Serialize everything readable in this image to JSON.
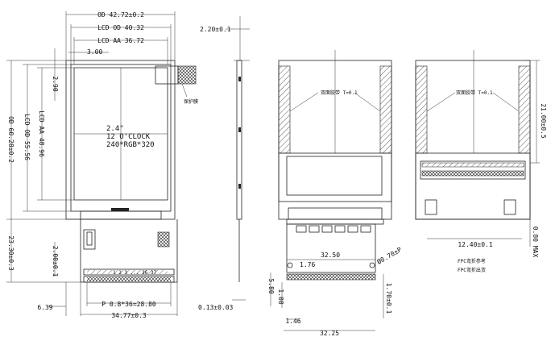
{
  "dimensions": {
    "od_width": "OD 42.72±0.2",
    "lcd_od_width": "LCD OD 40.32",
    "lcd_aa_width": "LCD AA 36.72",
    "offset_3": "3.00",
    "offset_290": "2.90",
    "od_height": "OD 60.28±0.2",
    "lcd_od_height": "LCD OD 55.56",
    "lcd_aa_height": "LCD AA 48.96",
    "fpc_height": "23.30±0.3",
    "fpc_offset": "2.00±0.1",
    "left_offset": "6.39",
    "pitch": "P 0.8*36=28.80",
    "fpc_width": "34.77±0.3",
    "thickness_top": "2.20±0.1",
    "thickness_bottom": "0.13±0.03",
    "w_3250": "32.50",
    "d_176": "1.76",
    "d_580": "5.80",
    "d_100": "1.00",
    "d_146": "1.46",
    "w_3225": "32.25",
    "hole": "Ø0.70±P",
    "d_170": "1.70±0.1",
    "h_21": "21.00±0.5",
    "w_1240": "12.40±0.1",
    "max_080": "0.80 MAX"
  },
  "display_info": {
    "size": "2.4\"",
    "orientation": "12 O'CLOCK",
    "resolution": "240*RGB*320"
  },
  "notes": {
    "tape_back": "双面胶带 T=0.1",
    "tape_side": "双面胶带 T=0.1",
    "fpc_ref": "FPC弯折参考",
    "fpc_ship": "FPC弯折出货",
    "protect": "保护膜"
  },
  "fpc_label": "1 2 3 ... 36 37"
}
